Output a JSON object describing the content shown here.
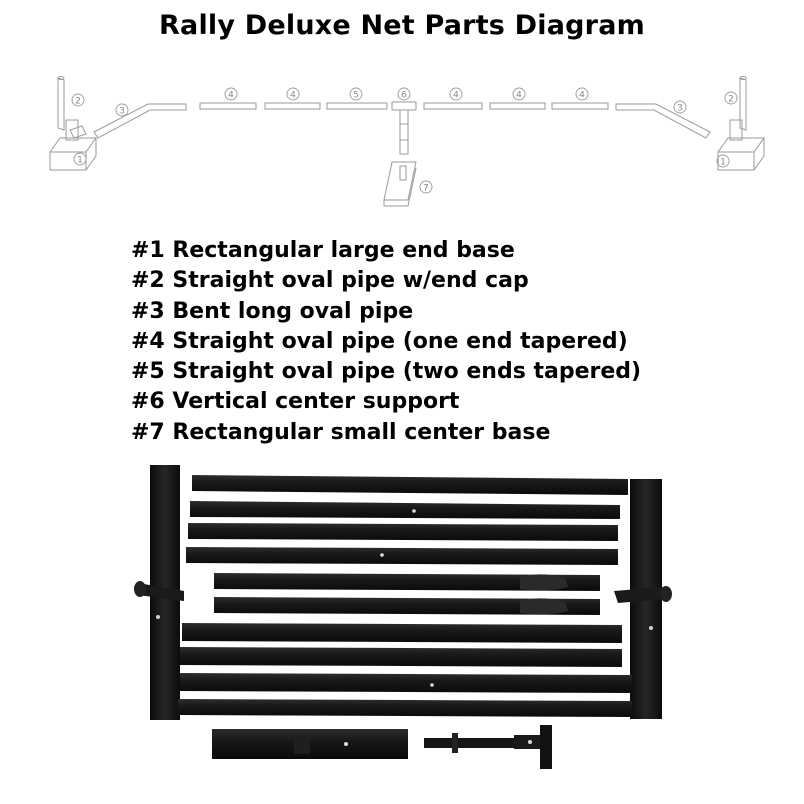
{
  "title": "Rally Deluxe Net Parts Diagram",
  "parts": [
    {
      "num": "1",
      "label": "#1 Rectangular large end base"
    },
    {
      "num": "2",
      "label": "#2 Straight oval pipe w/end cap"
    },
    {
      "num": "3",
      "label": "#3 Bent long oval pipe"
    },
    {
      "num": "4",
      "label": "#4 Straight oval pipe (one end tapered)"
    },
    {
      "num": "5",
      "label": "#5 Straight oval pipe (two ends tapered)"
    },
    {
      "num": "6",
      "label": "#6 Vertical center support"
    },
    {
      "num": "7",
      "label": "#7 Rectangular small center base"
    }
  ],
  "diagram_marker_sequence": [
    "2",
    "1",
    "3",
    "4",
    "4",
    "5",
    "6",
    "4",
    "4",
    "4",
    "3",
    "2",
    "1",
    "7"
  ],
  "colors": {
    "sketch_line": "#9a9a9a",
    "marker_text": "#8a8a8a",
    "pipe": "#141414",
    "pipe_highlight": "#3a3a3a"
  }
}
